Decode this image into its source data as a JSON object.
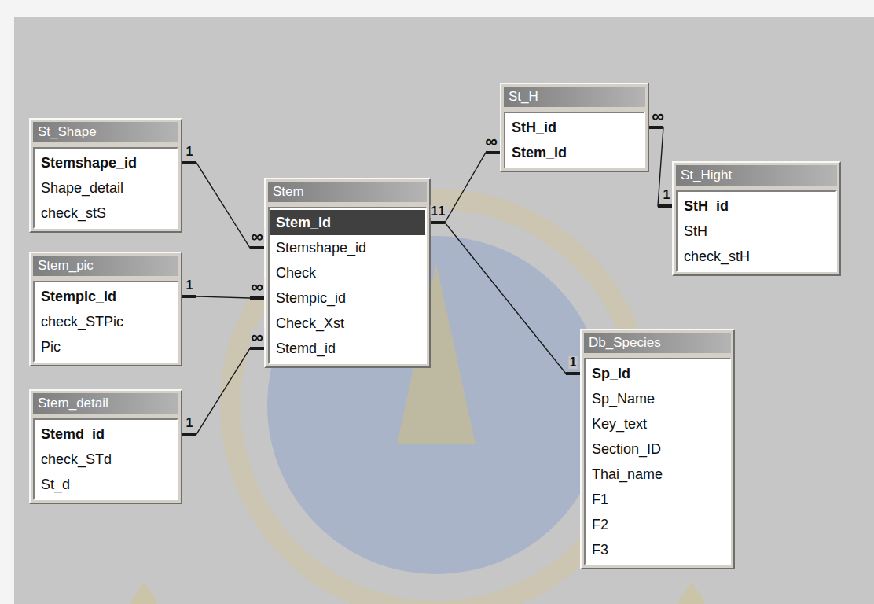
{
  "diagram": {
    "nodes": [
      {
        "text": [
          "St_Shape",
          "Stemshape_id",
          "Shape_detail",
          "check_stS"
        ]
      },
      {
        "text": [
          "Stem_pic",
          "Stempic_id",
          "check_STPic",
          "Pic"
        ]
      },
      {
        "text": [
          "Stem_detail",
          "Stemd_id",
          "check_STd",
          "St_d"
        ]
      },
      {
        "text": [
          "Stem",
          "Stem_id",
          "Stemshape_id",
          "Check",
          "Stempic_id",
          "Check_Xst",
          "Stemd_id"
        ]
      },
      {
        "text": [
          "St_H",
          "StH_id",
          "Stem_id"
        ]
      },
      {
        "text": [
          "St_Hight",
          "StH_id",
          "StH",
          "check_stH"
        ]
      },
      {
        "text": [
          "Db_Species",
          "Sp_id",
          "Sp_Name",
          "Key_text",
          "Section_ID",
          "Thai_name",
          "F1",
          "F2",
          "F3"
        ]
      }
    ],
    "edges": [
      {
        "from": 0,
        "to": 3,
        "arrow": "none"
      },
      {
        "from": 1,
        "to": 3,
        "arrow": "none"
      },
      {
        "from": 2,
        "to": 3,
        "arrow": "none"
      },
      {
        "from": 3,
        "to": 4,
        "arrow": "none"
      },
      {
        "from": 4,
        "to": 5,
        "arrow": "none"
      },
      {
        "from": 3,
        "to": 6,
        "arrow": "none"
      }
    ],
    "labels": [
      "1",
      "∞",
      "1",
      "∞",
      "1",
      "∞",
      "1",
      "∞",
      "∞",
      "1",
      "1",
      "1"
    ]
  }
}
